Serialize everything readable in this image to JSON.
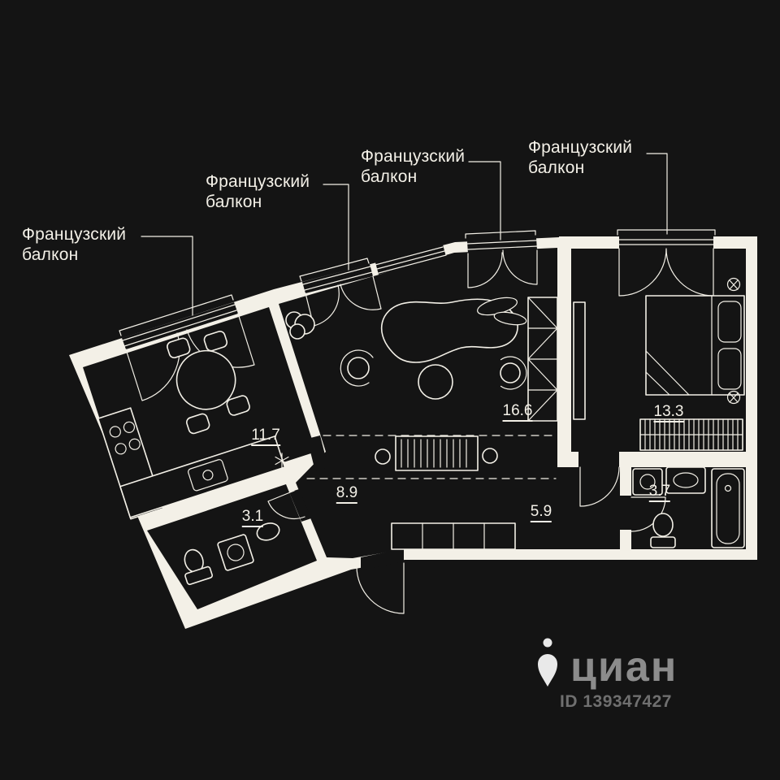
{
  "colors": {
    "background": "#141414",
    "plan": "#f3f0e7",
    "watermark_text": "#8c8c8c",
    "watermark_id": "#6f6f6f",
    "watermark_pin": "#e9e9e9"
  },
  "plan": {
    "balconies": [
      {
        "label": "Французский балкон"
      },
      {
        "label": "Французский балкон"
      },
      {
        "label": "Французский балкон"
      },
      {
        "label": "Французский балкон"
      }
    ],
    "rooms": [
      {
        "id": "kitchen",
        "area": "11.7"
      },
      {
        "id": "bathroom-small",
        "area": "3.1"
      },
      {
        "id": "hallway",
        "area": "8.9"
      },
      {
        "id": "corridor",
        "area": "5.9"
      },
      {
        "id": "living-room",
        "area": "16.6"
      },
      {
        "id": "bedroom",
        "area": "13.3"
      },
      {
        "id": "bathroom",
        "area": "3.7"
      }
    ]
  },
  "watermark": {
    "brand": "циан",
    "listing_id": "ID 139347427"
  }
}
